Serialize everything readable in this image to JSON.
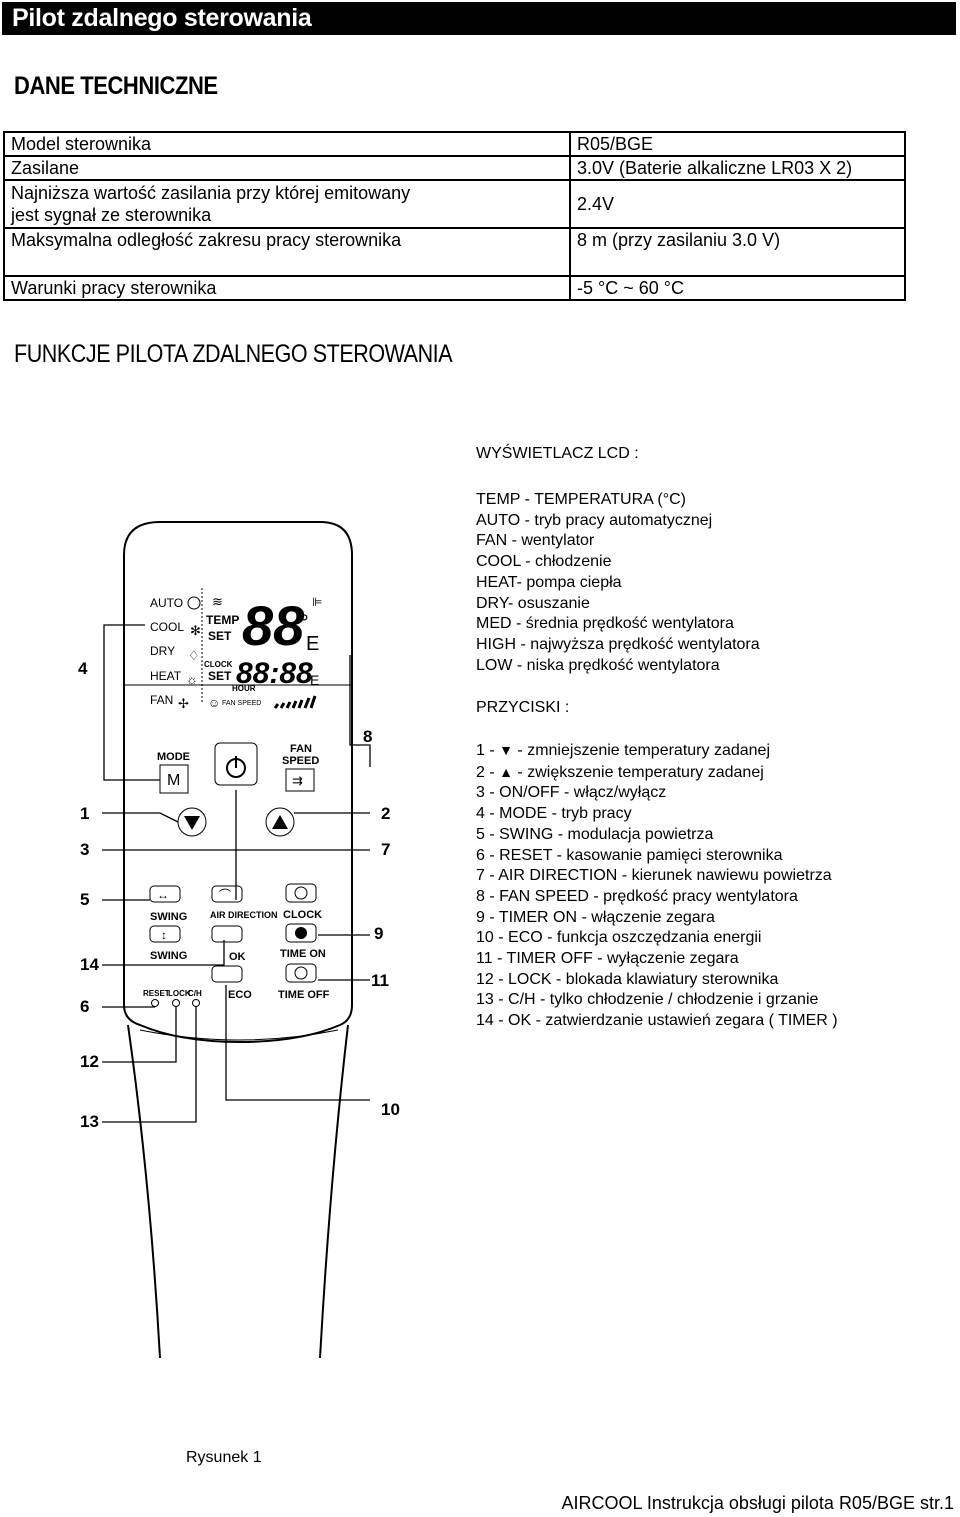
{
  "header": {
    "title": "Pilot zdalnego sterowania"
  },
  "section1_title": "DANE TECHNICZNE",
  "specs": [
    {
      "label": "Model sterownika",
      "value": "R05/BGE"
    },
    {
      "label": "Zasilane",
      "value": "3.0V (Baterie alkaliczne LR03 X 2)"
    },
    {
      "label": "Najniższa wartość zasilania przy której emitowany jest sygnał ze sterownika",
      "value": "2.4V"
    },
    {
      "label": "Maksymalna odległość zakresu pracy sterownika",
      "value": "8 m (przy zasilaniu 3.0 V)"
    },
    {
      "label": "Warunki pracy sterownika",
      "value": "-5 °C ~ 60 °C"
    }
  ],
  "section2_title": "FUNKCJE PILOTA ZDALNEGO STEROWANIA",
  "lcd_title": "WYŚWIETLACZ LCD :",
  "lcd_legend": [
    "TEMP - TEMPERATURA (°C)",
    "AUTO - tryb pracy automatycznej",
    "FAN - wentylator",
    "COOL - chłodzenie",
    "HEAT- pompa ciepła",
    "DRY- osuszanie",
    "MED - średnia prędkość wentylatora",
    "HIGH - najwyższa prędkość wentylatora",
    "LOW - niska prędkość wentylatora"
  ],
  "buttons_title": "PRZYCISKI :",
  "buttons_legend": [
    {
      "prefix": "1 - ",
      "icon": "down-triangle-icon",
      "symbol": "▼",
      "text": " - zmniejszenie temperatury zadanej"
    },
    {
      "prefix": "2 - ",
      "icon": "up-triangle-icon",
      "symbol": "▲",
      "text": " - zwiększenie temperatury zadanej"
    },
    {
      "prefix": "",
      "icon": "",
      "symbol": "",
      "text": "3 - ON/OFF - włącz/wyłącz"
    },
    {
      "prefix": "",
      "icon": "",
      "symbol": "",
      "text": "4 - MODE - tryb pracy"
    },
    {
      "prefix": "",
      "icon": "",
      "symbol": "",
      "text": "5 - SWING - modulacja powietrza"
    },
    {
      "prefix": "",
      "icon": "",
      "symbol": "",
      "text": "6 - RESET - kasowanie pamięci sterownika"
    },
    {
      "prefix": "",
      "icon": "",
      "symbol": "",
      "text": "7 - AIR DIRECTION - kierunek nawiewu powietrza"
    },
    {
      "prefix": "",
      "icon": "",
      "symbol": "",
      "text": "8 - FAN SPEED - prędkość pracy wentylatora"
    },
    {
      "prefix": "",
      "icon": "",
      "symbol": "",
      "text": "9 - TIMER ON - włączenie zegara"
    },
    {
      "prefix": "",
      "icon": "",
      "symbol": "",
      "text": "10 - ECO - funkcja oszczędzania energii"
    },
    {
      "prefix": "",
      "icon": "",
      "symbol": "",
      "text": "11 - TIMER OFF - wyłączenie zegara"
    },
    {
      "prefix": "",
      "icon": "",
      "symbol": "",
      "text": "12 - LOCK - blokada klawiatury sterownika"
    },
    {
      "prefix": "",
      "icon": "",
      "symbol": "",
      "text": "13 - C/H - tylko chłodzenie / chłodzenie i grzanie"
    },
    {
      "prefix": "",
      "icon": "",
      "symbol": "",
      "text": "14 - OK - zatwierdzanie ustawień zegara ( TIMER )"
    }
  ],
  "remote": {
    "lcd": {
      "modes": [
        "AUTO",
        "COOL",
        "DRY",
        "HEAT",
        "FAN"
      ],
      "temp_label": "TEMP",
      "set_label": "SET",
      "clock_label": "CLOCK",
      "set2_label": "SET",
      "hour_label": "HOUR",
      "fan_speed_label": "FAN SPEED",
      "temp_digits": "88",
      "clock_digits": "88:88",
      "degree_symbol": "°",
      "unit_e1": "E",
      "unit_e2": "E"
    },
    "buttons": {
      "mode": "MODE",
      "mode_symbol": "M",
      "fan_speed_1": "FAN",
      "fan_speed_2": "SPEED",
      "swing1": "SWING",
      "swing2": "SWING",
      "air_direction": "AIR DIRECTION",
      "ok": "OK",
      "eco": "ECO",
      "clock": "CLOCK",
      "time_on": "TIME ON",
      "time_off": "TIME OFF",
      "reset": "RESET",
      "lock": "LOCK",
      "ch": "C/H"
    },
    "callouts": [
      "4",
      "1",
      "3",
      "5",
      "14",
      "6",
      "12",
      "13",
      "8",
      "2",
      "7",
      "9",
      "11",
      "10"
    ]
  },
  "caption": "Rysunek 1",
  "footer": "AIRCOOL Instrukcja obsługi pilota R05/BGE  str.1"
}
